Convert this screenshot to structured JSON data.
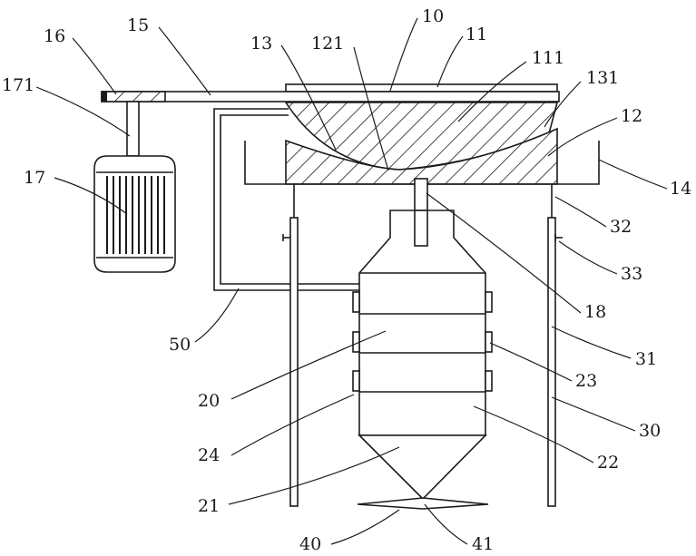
{
  "labels": {
    "l10": "10",
    "l11": "11",
    "l111": "111",
    "l12": "12",
    "l121": "121",
    "l13": "13",
    "l131": "131",
    "l14": "14",
    "l15": "15",
    "l16": "16",
    "l17": "17",
    "l171": "171",
    "l18": "18",
    "l20": "20",
    "l21": "21",
    "l22": "22",
    "l23": "23",
    "l24": "24",
    "l30": "30",
    "l31": "31",
    "l32": "32",
    "l33": "33",
    "l40": "40",
    "l41": "41",
    "l50": "50"
  }
}
